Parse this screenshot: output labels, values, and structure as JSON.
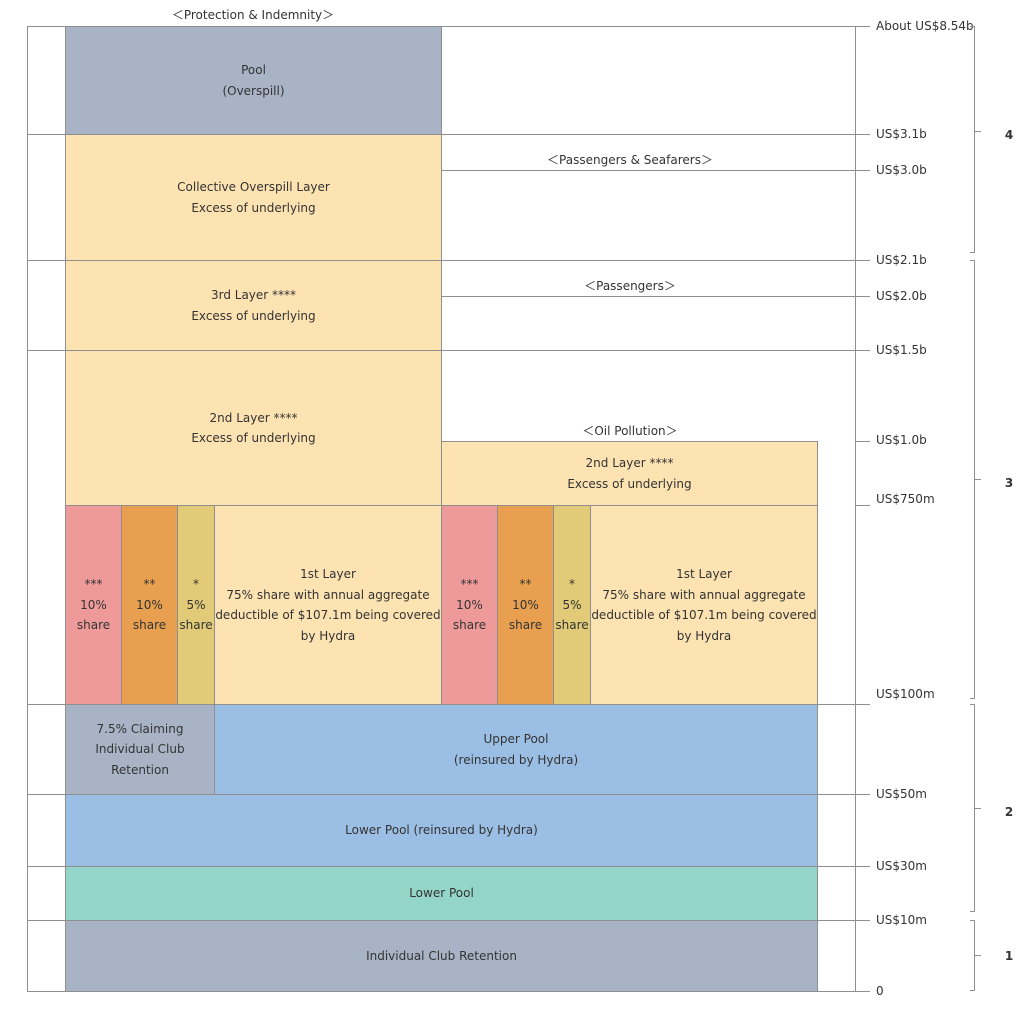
{
  "colors": {
    "grey": "#a8b4c6",
    "beige": "#fde3b2",
    "pink": "#ef9a9a",
    "orange": "#e8a050",
    "yellow": "#e2cb78",
    "blue": "#9bbfe4",
    "teal": "#93d5c8",
    "border": "#8f8f8f"
  },
  "headers": {
    "protection": "＜Protection & Indemnity＞",
    "passengers_seafarers": "＜Passengers & Seafarers＞",
    "passengers": "＜Passengers＞",
    "oil_pollution": "＜Oil Pollution＞"
  },
  "blocks": {
    "pool_overspill": [
      "Pool",
      "(Overspill)"
    ],
    "collective_overspill": [
      "Collective Overspill Layer",
      "Excess of underlying"
    ],
    "third_layer": [
      "3rd Layer ****",
      "Excess of underlying"
    ],
    "second_layer_pi": [
      "2nd Layer ****",
      "Excess of underlying"
    ],
    "second_layer_oil": [
      "2nd Layer ****",
      "Excess of underlying"
    ],
    "share_30": [
      "***",
      "10%",
      "share"
    ],
    "share_20": [
      "**",
      "10%",
      "share"
    ],
    "share_10": [
      "*",
      "5%",
      "share"
    ],
    "first_layer": [
      "1st Layer",
      "75% share with annual aggregate",
      "deductible of $107.1m being covered",
      "by Hydra"
    ],
    "claiming_retention": [
      "7.5% Claiming",
      "Individual Club",
      "Retention"
    ],
    "upper_pool": [
      "Upper Pool",
      "(reinsured by Hydra)"
    ],
    "lower_pool_reinsured": "Lower Pool (reinsured by Hydra)",
    "lower_pool": "Lower Pool",
    "individual_retention": "Individual Club Retention"
  },
  "scale": [
    {
      "key": "s854",
      "label": "About US$8.54b"
    },
    {
      "key": "s31",
      "label": "US$3.1b"
    },
    {
      "key": "s30",
      "label": "US$3.0b"
    },
    {
      "key": "s21",
      "label": "US$2.1b"
    },
    {
      "key": "s20",
      "label": "US$2.0b"
    },
    {
      "key": "s15",
      "label": "US$1.5b"
    },
    {
      "key": "s10",
      "label": "US$1.0b"
    },
    {
      "key": "s750",
      "label": "US$750m"
    },
    {
      "key": "s100",
      "label": "US$100m"
    },
    {
      "key": "s50",
      "label": "US$50m"
    },
    {
      "key": "s30m",
      "label": "US$30m"
    },
    {
      "key": "s10m",
      "label": "US$10m"
    },
    {
      "key": "s0",
      "label": "0"
    }
  ],
  "tiers": [
    {
      "key": "t4",
      "label": "4"
    },
    {
      "key": "t3",
      "label": "3"
    },
    {
      "key": "t2",
      "label": "2"
    },
    {
      "key": "t1",
      "label": "1"
    }
  ]
}
